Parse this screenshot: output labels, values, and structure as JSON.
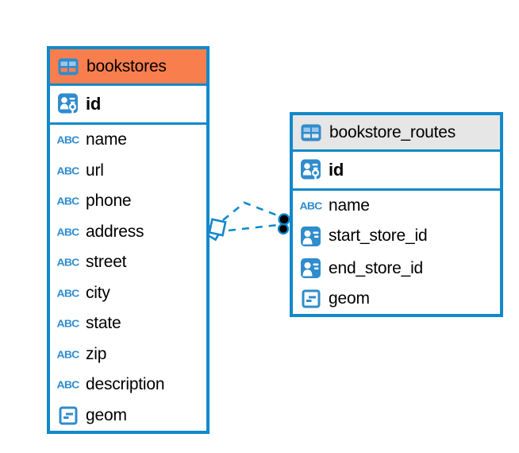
{
  "diagram": {
    "kind": "entity-relationship-diagram",
    "colors": {
      "table_border": "#1189cb",
      "icon_blue": "#2f8ccd",
      "icon_cell_light": "#9ac7ec",
      "bookstores_header_bg": "#f97e4e",
      "routes_header_bg": "#e6e6e6",
      "relationship_line": "#1189cb",
      "text": "#000000"
    },
    "icons": {
      "text_type_glyph": "ABC"
    },
    "tables": [
      {
        "name": "bookstores",
        "columns": [
          {
            "name": "id",
            "type": "primary-key"
          },
          {
            "name": "name",
            "type": "text"
          },
          {
            "name": "url",
            "type": "text"
          },
          {
            "name": "phone",
            "type": "text"
          },
          {
            "name": "address",
            "type": "text"
          },
          {
            "name": "street",
            "type": "text"
          },
          {
            "name": "city",
            "type": "text"
          },
          {
            "name": "state",
            "type": "text"
          },
          {
            "name": "zip",
            "type": "text"
          },
          {
            "name": "description",
            "type": "text"
          },
          {
            "name": "geom",
            "type": "geometry"
          }
        ]
      },
      {
        "name": "bookstore_routes",
        "columns": [
          {
            "name": "id",
            "type": "primary-key"
          },
          {
            "name": "name",
            "type": "text"
          },
          {
            "name": "start_store_id",
            "type": "foreign-key"
          },
          {
            "name": "end_store_id",
            "type": "foreign-key"
          },
          {
            "name": "geom",
            "type": "geometry"
          }
        ]
      }
    ],
    "relationships": [
      {
        "from_table": "bookstores",
        "to_table": "bookstore_routes",
        "line_style": "dashed"
      },
      {
        "from_table": "bookstores",
        "to_table": "bookstore_routes",
        "line_style": "dashed"
      }
    ]
  }
}
